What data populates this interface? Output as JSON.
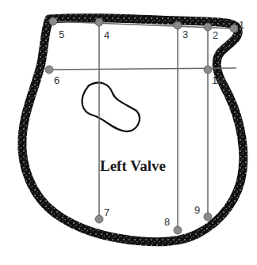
{
  "diagram": {
    "labels": [
      "1",
      "2",
      "3",
      "4",
      "5",
      "6",
      "7",
      "8",
      "9",
      "10",
      "Left Valve"
    ]
  }
}
